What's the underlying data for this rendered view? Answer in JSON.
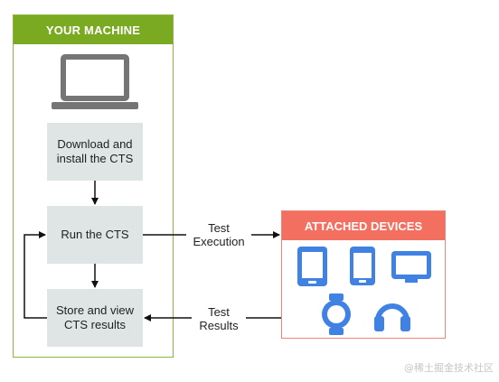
{
  "machine": {
    "title": "YOUR MACHINE",
    "steps": [
      "Download and\ninstall the CTS",
      "Run the CTS",
      "Store and view\nCTS results"
    ]
  },
  "devices": {
    "title": "ATTACHED DEVICES",
    "icons": [
      "tablet-icon",
      "phone-icon",
      "monitor-icon",
      "watch-icon",
      "headphones-icon"
    ]
  },
  "flows": {
    "test_execution": "Test\nExecution",
    "test_results": "Test\nResults"
  },
  "watermark": "@稀土掘金技术社区",
  "colors": {
    "machine_accent": "#7aaa21",
    "devices_accent": "#f36f60",
    "device_icon": "#3f82e4",
    "step_fill": "#dfe4e5"
  }
}
